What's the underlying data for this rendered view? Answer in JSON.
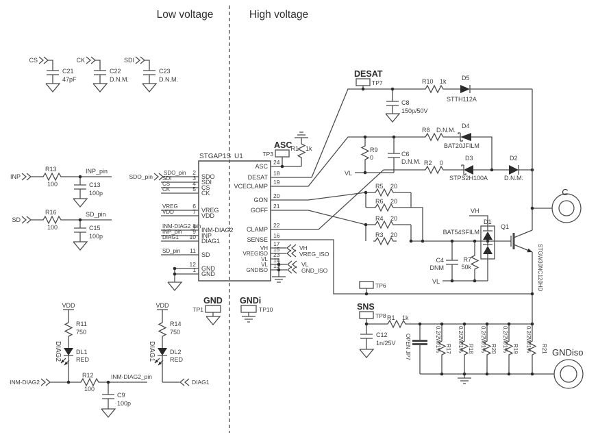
{
  "titles": {
    "low": "Low voltage",
    "high": "High voltage"
  },
  "top_caps": {
    "cs": {
      "net": "CS",
      "ref": "C21",
      "val": "47pF"
    },
    "ck": {
      "net": "CK",
      "ref": "C22",
      "val": "D.N.M."
    },
    "sdi": {
      "net": "SDI",
      "ref": "C23",
      "val": "D.N.M."
    }
  },
  "inp": {
    "net": "INP",
    "rref": "R13",
    "rval": "100",
    "out": "INP_pin",
    "cref": "C13",
    "cval": "100p"
  },
  "sd": {
    "net": "SD",
    "rref": "R16",
    "rval": "100",
    "out": "SD_pin",
    "cref": "C15",
    "cval": "100p"
  },
  "spi": {
    "ext": "SDO_pin",
    "l1": "SDO_pin",
    "l2": "SDI",
    "l3": "CS",
    "l4": "CK",
    "vreg": "VREG",
    "vdd": "VDD",
    "l8": "INM-DIAG2_pin",
    "l9": "INP_pin",
    "l10": "DIAG1",
    "l11": "SD_pin"
  },
  "ic": {
    "part": "STGAP1S",
    "ref": "U1",
    "left": [
      {
        "n": "2",
        "p": "SDO"
      },
      {
        "n": "3",
        "p": "SDI"
      },
      {
        "n": "4",
        "p": "CS"
      },
      {
        "n": "5",
        "p": "CK"
      },
      {
        "n": "6",
        "p": "VREG"
      },
      {
        "n": "7",
        "p": "VDD"
      },
      {
        "n": "8",
        "p": "INM-DIAG2"
      },
      {
        "n": "9",
        "p": "INP"
      },
      {
        "n": "10",
        "p": "DIAG1"
      },
      {
        "n": "11",
        "p": "SD"
      },
      {
        "n": "12",
        "p": "GND"
      },
      {
        "n": "1",
        "p": "GND"
      }
    ],
    "right": [
      {
        "n": "24",
        "p": "ASC"
      },
      {
        "n": "18",
        "p": "DESAT"
      },
      {
        "n": "19",
        "p": "VCECLAMP"
      },
      {
        "n": "20",
        "p": "GON"
      },
      {
        "n": "21",
        "p": "GOFF"
      },
      {
        "n": "22",
        "p": "CLAMP"
      },
      {
        "n": "16",
        "p": "SENSE"
      },
      {
        "n": "17",
        "p": "VH"
      },
      {
        "n": "15",
        "p": "VREGISO"
      },
      {
        "n": "23",
        "p": "VL"
      },
      {
        "n": "14",
        "p": "VL"
      },
      {
        "n": "13",
        "p": "GNDISO"
      }
    ]
  },
  "right_ext": {
    "vh": "VH",
    "vregiso": "VREG_ISO",
    "vl": "VL",
    "gndiso": "GND_ISO"
  },
  "asc": {
    "label": "ASC",
    "tp": "TP3",
    "rref": "R1",
    "rval": "1k"
  },
  "desat": {
    "label": "DESAT",
    "tp": "TP7",
    "cref": "C8",
    "cval": "150p/50V",
    "rref": "R10",
    "rval": "1k",
    "dref": "D5",
    "dval": "STTH112A"
  },
  "clamp": {
    "r8": "R8",
    "r8v": "D.N.M.",
    "d4": "D4",
    "d4v": "BAT20JFILM",
    "r9": "R9",
    "r9v": "0",
    "c6": "C6",
    "c6v": "D.N.M.",
    "vl": "VL",
    "r2": "R2",
    "r2v": "0",
    "d3": "D3",
    "d3v": "STPS2H100A",
    "d2": "D2",
    "d2v": "D.N.M."
  },
  "gate": {
    "r5": "R5",
    "r5v": "20",
    "r6": "R6",
    "r6v": "20",
    "r4": "R4",
    "r4v": "20",
    "r3": "R3",
    "r3v": "20",
    "vh": "VH",
    "d1": "D1",
    "d1v": "BAT54SFILM",
    "c4": "C4",
    "c4v": "DNM",
    "r7": "R7",
    "r7v": "50k",
    "vl": "VL",
    "q1": "Q1",
    "q1v": "STGW30NC120HD",
    "c_term": "C"
  },
  "sense": {
    "tp6": "TP6",
    "sns": "SNS",
    "tp8": "TP8",
    "rref": "R1",
    "rval": "1k",
    "cref": "C12",
    "cval": "1n/25V",
    "jp": "OPEN JP7",
    "bank": [
      {
        "ref": "R17",
        "val": "0.2/2W/1%"
      },
      {
        "ref": "R18",
        "val": "0.2/2W/1%"
      },
      {
        "ref": "R20",
        "val": "0.2/2W/1%"
      },
      {
        "ref": "R19",
        "val": "0.2/2W/1%"
      },
      {
        "ref": "R21",
        "val": "0.2/2W/1%"
      }
    ],
    "gnd": "GNDiso"
  },
  "tps": {
    "gnd": "GND",
    "tp1": "TP1",
    "gndi": "GNDi",
    "tp10": "TP10"
  },
  "led1": {
    "vdd": "VDD",
    "rref": "R11",
    "rval": "750",
    "dref": "DL1",
    "dval": "RED",
    "net": "DIAG2",
    "in": "INM-DIAG2",
    "r2ref": "R12",
    "r2val": "100",
    "out": "INM-DIAG2_pin",
    "cref": "C9",
    "cval": "100p"
  },
  "led2": {
    "vdd": "VDD",
    "rref": "R14",
    "rval": "750",
    "dref": "DL2",
    "dval": "RED",
    "net": "DIAG1",
    "out": "DIAG1"
  }
}
